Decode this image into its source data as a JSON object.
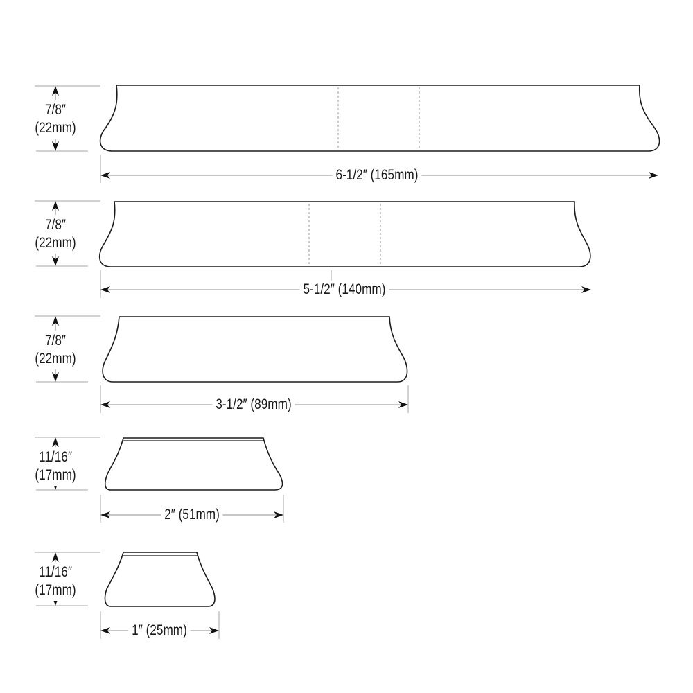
{
  "diagram": {
    "type": "dimension drawing",
    "items": [
      {
        "id": "pull-165",
        "height_label": "7/8″",
        "height_metric": "(22mm)",
        "width_label": "6-1/2″ (165mm)",
        "has_center_marks": true
      },
      {
        "id": "pull-140",
        "height_label": "7/8″",
        "height_metric": "(22mm)",
        "width_label": "5-1/2″ (140mm)",
        "has_center_marks": true
      },
      {
        "id": "pull-89",
        "height_label": "7/8″",
        "height_metric": "(22mm)",
        "width_label": "3-1/2″ (89mm)",
        "has_center_marks": false
      },
      {
        "id": "pull-51",
        "height_label": "11/16″",
        "height_metric": "(17mm)",
        "width_label": "2″ (51mm)",
        "has_center_marks": false
      },
      {
        "id": "pull-25",
        "height_label": "11/16″",
        "height_metric": "(17mm)",
        "width_label": "1″ (25mm)",
        "has_center_marks": false
      }
    ],
    "colors": {
      "outline": "#1a1a1a",
      "dimension_line": "#b3b3b3",
      "extension_line": "#a6a6a6",
      "center_mark": "#9a9a9a",
      "background": "#ffffff"
    }
  }
}
